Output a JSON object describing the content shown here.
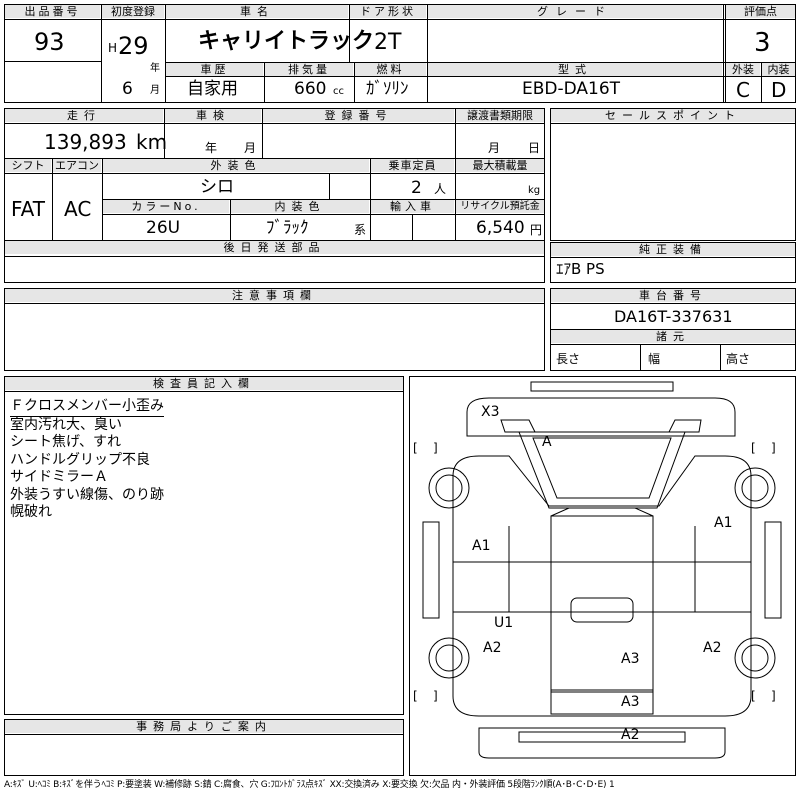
{
  "top": {
    "lot_label": "出品番号",
    "lot_value": "93",
    "reg_label": "初度登録",
    "era": "H",
    "reg_year": "29",
    "year_unit": "年",
    "reg_month": "6",
    "month_unit": "月",
    "name_label": "車名",
    "name_value": "キャリイトラック",
    "door_label": "ドア形状",
    "door_value": "2T",
    "grade_label": "グレード",
    "grade_value": "",
    "score_label": "評価点",
    "score_value": "3",
    "history_label": "車歴",
    "history_value": "自家用",
    "disp_label": "排気量",
    "disp_value": "660",
    "disp_unit": "cc",
    "fuel_label": "燃料",
    "fuel_value": "ｶﾞｿﾘﾝ",
    "model_label": "型式",
    "model_value": "EBD-DA16T",
    "ext_label": "外装",
    "ext_value": "C",
    "int_label": "内装",
    "int_value": "D"
  },
  "row2": {
    "mileage_label": "走行",
    "mileage_value": "139,893",
    "mileage_unit": "km",
    "inspect_label": "車検",
    "inspect_year_unit": "年",
    "inspect_month_unit": "月",
    "regno_label": "登録番号",
    "regno_value": "",
    "transfer_label": "譲渡書類期限",
    "transfer_month_unit": "月",
    "transfer_day_unit": "日",
    "sales_label": "セールスポイント",
    "sales_value": "",
    "shift_label": "シフト",
    "shift_value": "FAT",
    "ac_label": "エアコン",
    "ac_value": "AC",
    "color_label": "外装色",
    "color_value": "シロ",
    "cap_label": "乗車定員",
    "cap_value": "2",
    "cap_unit": "人",
    "load_label": "最大積載量",
    "load_value": "",
    "load_unit": "kg",
    "colorno_label": "カラーNo.",
    "colorno_value": "26U",
    "intcolor_label": "内装色",
    "intcolor_value": "ﾌﾞﾗｯｸ",
    "intcolor_unit": "系",
    "import_label": "輸入車",
    "import_value": "",
    "recycle_label": "リサイクル預託金",
    "recycle_value": "6,540",
    "recycle_unit": "円",
    "later_label": "後日発送部品",
    "later_value": "",
    "equip_label": "純正装備",
    "equip_value": "ｴｱB PS"
  },
  "notes": {
    "caution_label": "注意事項欄",
    "caution_value": "",
    "chassis_label": "車台番号",
    "chassis_value": "DA16T-337631",
    "dims_label": "諸元",
    "len_label": "長さ",
    "width_label": "幅",
    "height_label": "高さ",
    "inspector_label": "検査員記入欄",
    "inspector_lines": [
      "Ｆクロスメンバー小歪み",
      "室内汚れ大、臭い",
      "シート焦げ、すれ",
      "ハンドルグリップ不良",
      "サイドミラーＡ",
      "外装うすい線傷、のり跡",
      "幌破れ"
    ],
    "office_label": "事務局よりご案内",
    "office_value": ""
  },
  "diagram": {
    "marks": [
      "X3",
      "A",
      "A1",
      "A1",
      "U1",
      "A2",
      "A2",
      "A3",
      "A3",
      "A2"
    ]
  },
  "footer": {
    "legend": "A:ｷｽﾞ U:ﾍｺﾐ B:ｷｽﾞを伴うﾍｺﾐ P:要塗装 W:補修跡 S:錆 C:腐食、穴 G:ﾌﾛﾝﾄｶﾞﾗｽ点ｷｽﾞ XX:交換済み X:要交換 欠:欠品 内・外装評価 5段階ﾗﾝｸ順(A･B･C･D･E) 1"
  }
}
